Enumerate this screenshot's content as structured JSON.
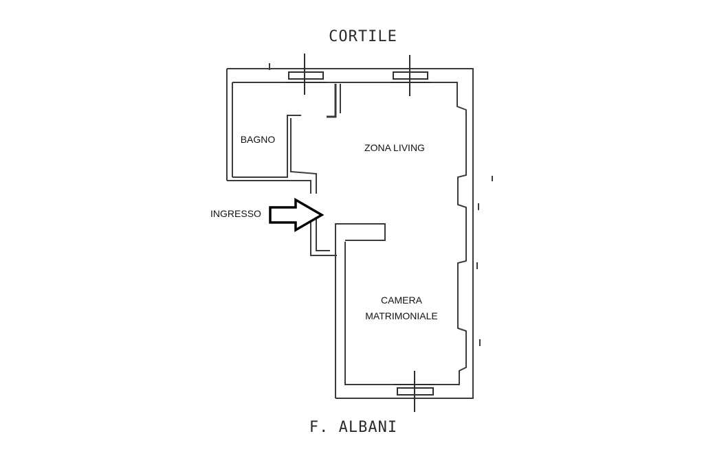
{
  "labels": {
    "cortile": "CORTILE",
    "street": "F.  ALBANI",
    "bagno": "BAGNO",
    "zona_living": "ZONA LIVING",
    "ingresso": "INGRESSO",
    "camera_line1": "CAMERA",
    "camera_line2": "MATRIMONIALE"
  },
  "colors": {
    "wall": "#3a3a3a",
    "arrow_stroke": "#000000",
    "background": "#ffffff"
  }
}
